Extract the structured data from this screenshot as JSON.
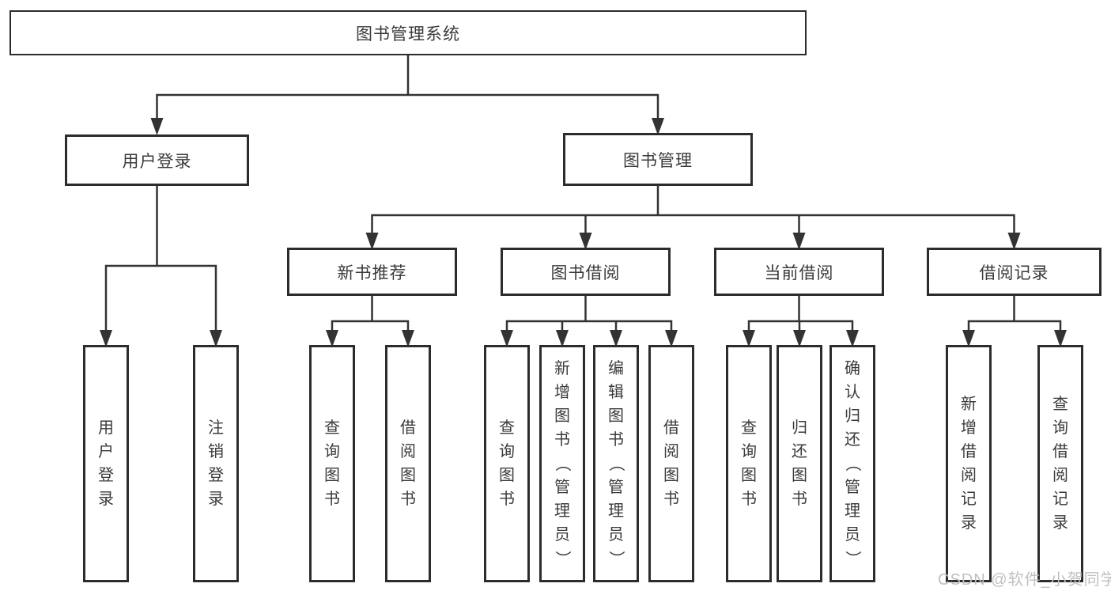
{
  "colors": {
    "line": "#333333",
    "box_border": "#2c2c2c",
    "text": "#3a3a3a",
    "background": "#ffffff",
    "watermark": "#c0c0c0"
  },
  "tree": {
    "label": "图书管理系统",
    "children": [
      {
        "label": "用户登录",
        "children": [
          {
            "label": "用户登录"
          },
          {
            "label": "注销登录"
          }
        ]
      },
      {
        "label": "图书管理",
        "children": [
          {
            "label": "新书推荐",
            "children": [
              {
                "label": "查询图书"
              },
              {
                "label": "借阅图书"
              }
            ]
          },
          {
            "label": "图书借阅",
            "children": [
              {
                "label": "查询图书"
              },
              {
                "label": "新增图书（管理员）"
              },
              {
                "label": "编辑图书（管理员）"
              },
              {
                "label": "借阅图书"
              }
            ]
          },
          {
            "label": "当前借阅",
            "children": [
              {
                "label": "查询图书"
              },
              {
                "label": "归还图书"
              },
              {
                "label": "确认归还（管理员）"
              }
            ]
          },
          {
            "label": "借阅记录",
            "children": [
              {
                "label": "新增借阅记录"
              },
              {
                "label": "查询借阅记录"
              }
            ]
          }
        ]
      }
    ]
  },
  "watermark": {
    "text": "CSDN @软件_小贺同学"
  }
}
